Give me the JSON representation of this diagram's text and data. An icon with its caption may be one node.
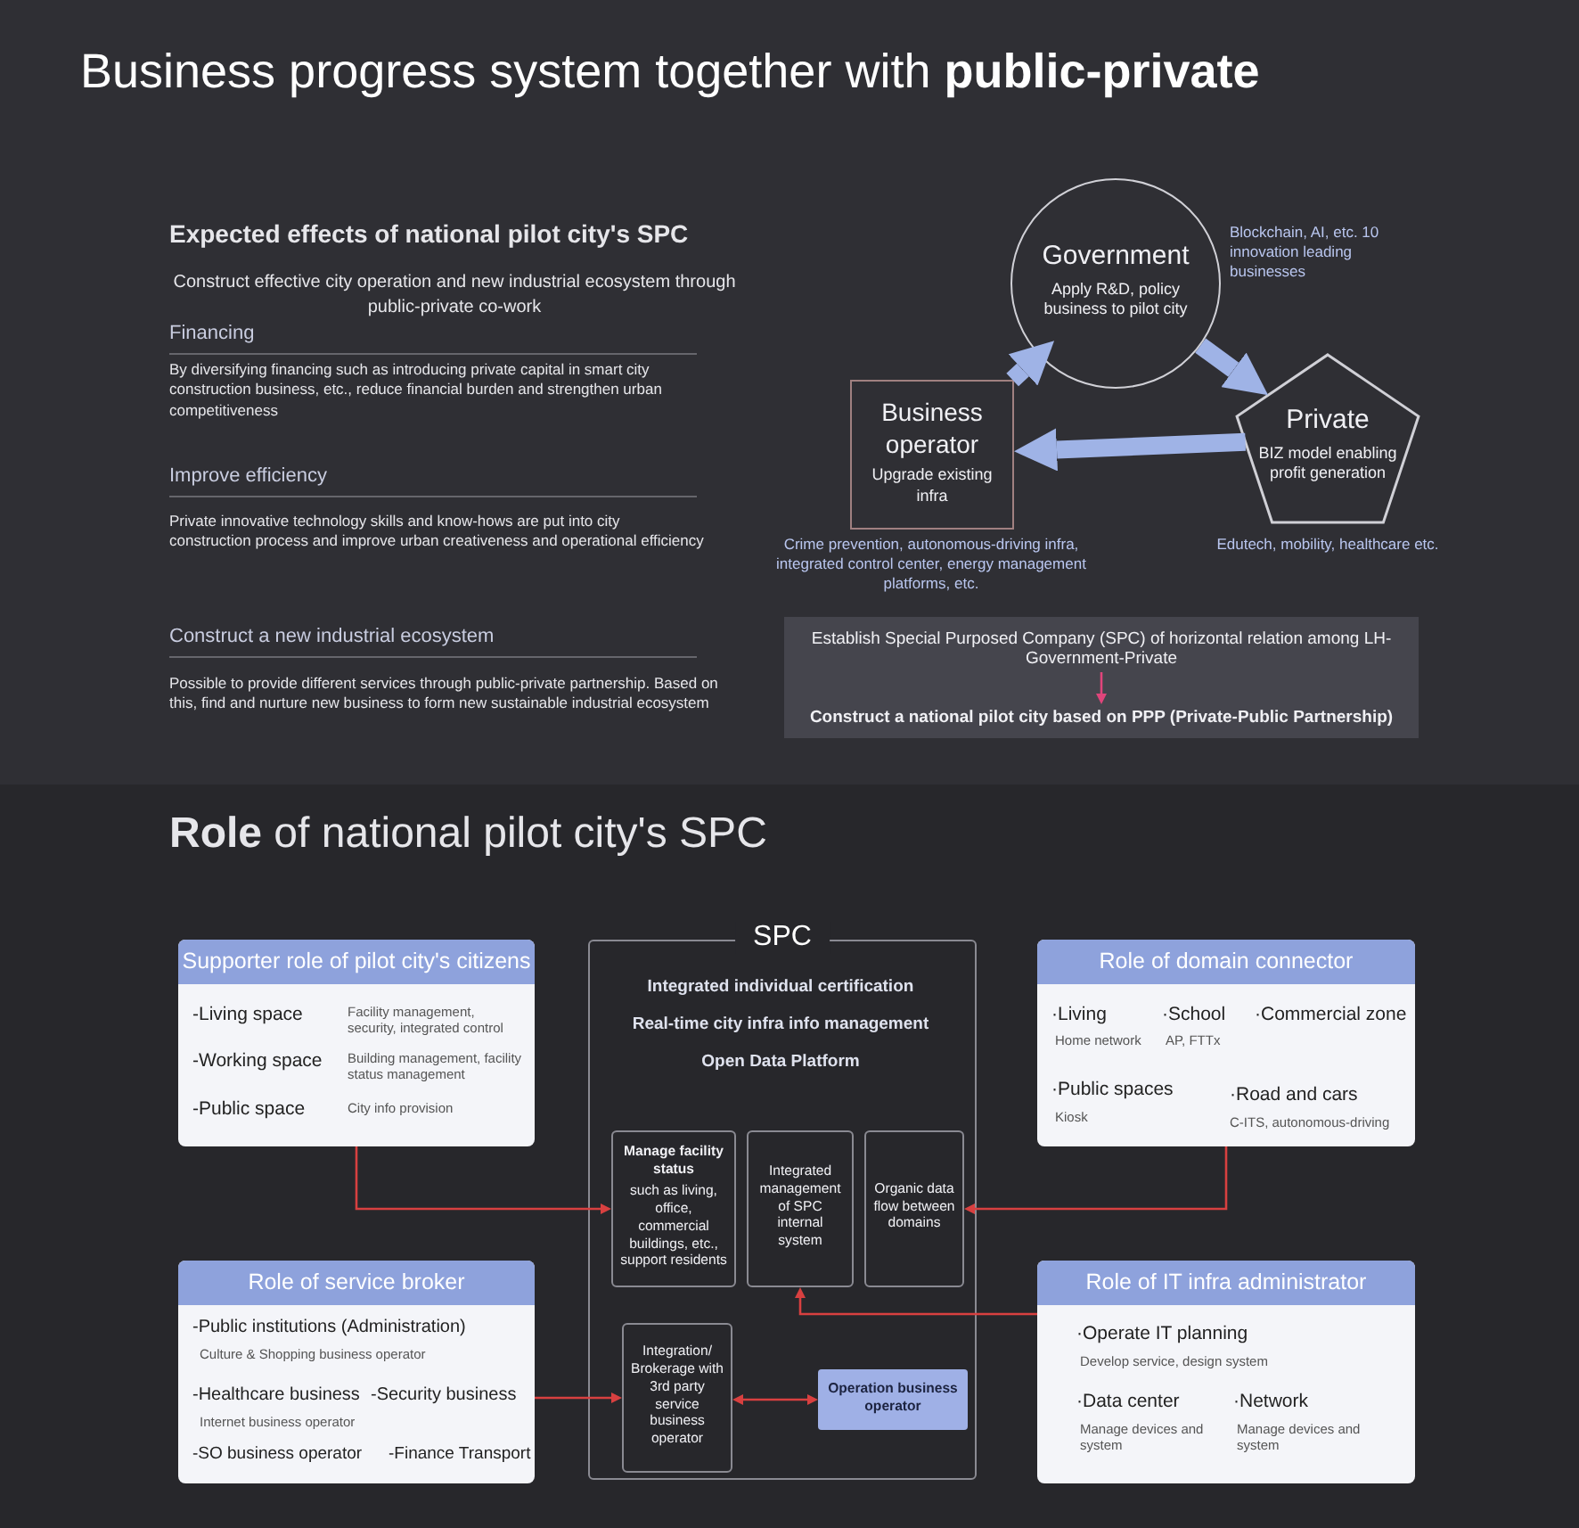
{
  "diagram": {
    "title": "Business progress system together with **public-private**",
    "nodes": [
      {
        "text": [
          "Government",
          "Apply R&D, policy business to pilot city"
        ],
        "beside": [
          "Blockchain, AI, etc. 10 innovation leading businesses"
        ]
      },
      {
        "text": [
          "Private",
          "BIZ model enabling profit generation"
        ],
        "beside": [
          "Edutech, mobility, healthcare etc."
        ]
      },
      {
        "text": [
          "Business operator",
          "Upgrade existing infra"
        ],
        "beside": [
          "Crime prevention, autonomous-driving infra, integrated control center, energy management platforms, etc."
        ]
      },
      {
        "text": [],
        "shape": "box"
      },
      {
        "text": [
          "Establish Special Purposed Company (SPC) of horizontal relation among LH-Government-Private"
        ],
        "in": 3
      },
      {
        "text": [
          "Construct a national pilot city based on PPP (Private-Public Partnership)"
        ],
        "in": 3
      },
      {
        "text": [
          "Supporter role of pilot city's citizens",
          "-Living space",
          "Facility management, security, integrated control",
          "-Working space",
          "Building management, facility status management",
          "-Public space",
          "City info provision"
        ]
      },
      {
        "text": [
          "SPC",
          "Integrated individual certification",
          "Real-time city infra info management",
          "Open Data Platform"
        ]
      },
      {
        "text": [
          "Manage facility status",
          "such as living, office, commercial buildings, etc., support residents"
        ],
        "in": 7
      },
      {
        "text": [
          "Integrated management of SPC internal system"
        ],
        "in": 7
      },
      {
        "text": [
          "Organic data flow between domains"
        ],
        "in": 7
      },
      {
        "text": [
          "Integration/ Brokerage with 3rd party service business operator"
        ],
        "in": 7
      },
      {
        "text": [
          "Operation business operator"
        ],
        "in": 7
      },
      {
        "text": [
          "Role of domain connector",
          "·Living",
          "Home network",
          "·School",
          "AP, FTTx",
          "·Commercial zone",
          "·Public spaces",
          "Kiosk",
          "·Road and cars",
          "C-ITS, autonomous-driving"
        ]
      },
      {
        "text": [
          "Role of service broker",
          "-Public institutions (Administration)",
          "Culture & Shopping business operator",
          "-Healthcare business",
          "Internet business operator",
          "-Security business",
          "-SO business operator",
          "-Finance Transport"
        ]
      },
      {
        "text": [
          "Role of IT infra administrator",
          "·Operate IT planning",
          "Develop service, design system",
          "·Data center",
          "Manage devices and system",
          "·Network",
          "Manage devices and system"
        ]
      }
    ],
    "edges": [
      {
        "from": 2,
        "to": 0,
        "arrow": "to",
        "style": "thick",
        "color": "#9fb3e6"
      },
      {
        "from": 0,
        "to": 1,
        "arrow": "to",
        "style": "thick",
        "color": "#9fb3e6"
      },
      {
        "from": 1,
        "to": 2,
        "arrow": "to",
        "style": "thick",
        "color": "#9fb3e6"
      },
      {
        "from": 4,
        "to": 5,
        "arrow": "to",
        "color": "#e0457b"
      },
      {
        "from": 6,
        "to": 8,
        "arrow": "to"
      },
      {
        "from": 13,
        "to": 10,
        "arrow": "to"
      },
      {
        "from": 15,
        "to": 9,
        "arrow": "to"
      },
      {
        "from": 14,
        "to": 11,
        "arrow": "to"
      },
      {
        "from": 11,
        "to": 12,
        "arrow": "both"
      }
    ],
    "labels": [
      "Expected effects of national pilot city's SPC",
      "Construct effective city operation and new industrial ecosystem through public-private co-work",
      "Financing",
      "By diversifying financing such as introducing private capital in smart city construction business, etc., reduce financial burden and strengthen urban competitiveness",
      "Improve efficiency",
      "Private innovative technology skills and know-hows are put into city construction process and improve urban creativeness and operational efficiency",
      "Construct a new industrial ecosystem",
      "Possible to provide different services through public-private partnership. Based on this, find and nurture new business to form new sustainable industrial ecosystem",
      "**Role** of national pilot city's SPC"
    ]
  }
}
